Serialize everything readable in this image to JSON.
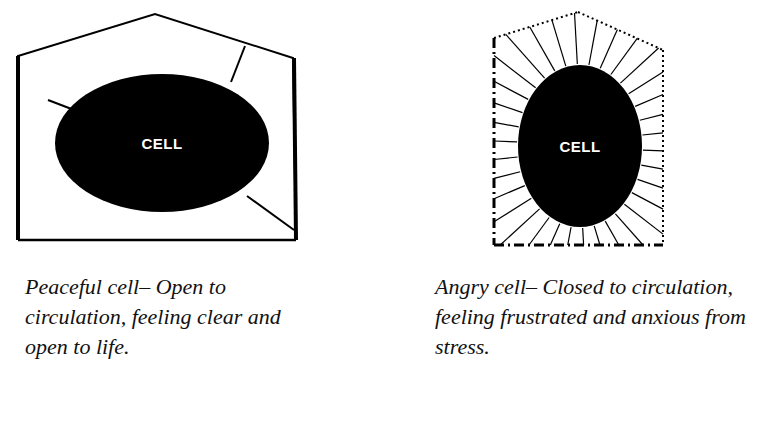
{
  "diagram": {
    "nodes": [
      {
        "text": [
          "CELL"
        ]
      },
      {
        "text": [
          "CELL"
        ]
      }
    ],
    "labels": [
      "Peaceful cell– Open to circulation, feeling clear and open to life.",
      "Angry cell– Closed to circulation, feeling frustrated and anxious from stress."
    ]
  }
}
